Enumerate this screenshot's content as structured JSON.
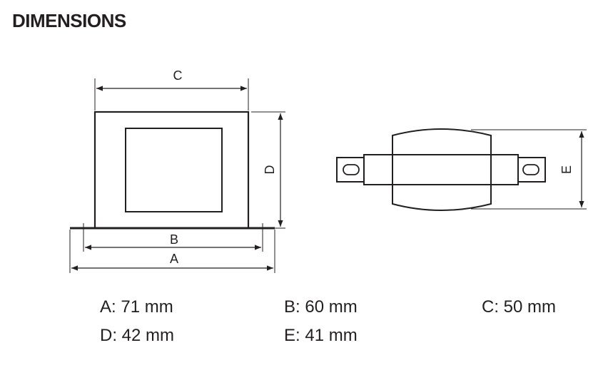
{
  "page": {
    "title": "DIMENSIONS"
  },
  "diagram": {
    "labels": {
      "a": "A",
      "b": "B",
      "c": "C",
      "d": "D",
      "e": "E"
    }
  },
  "specs": [
    {
      "text": "A: 71 mm"
    },
    {
      "text": "B: 60 mm"
    },
    {
      "text": "C: 50 mm"
    },
    {
      "text": "D: 42 mm"
    },
    {
      "text": "E: 41 mm"
    }
  ],
  "colors": {
    "ink": "#231f20",
    "background": "#ffffff"
  }
}
